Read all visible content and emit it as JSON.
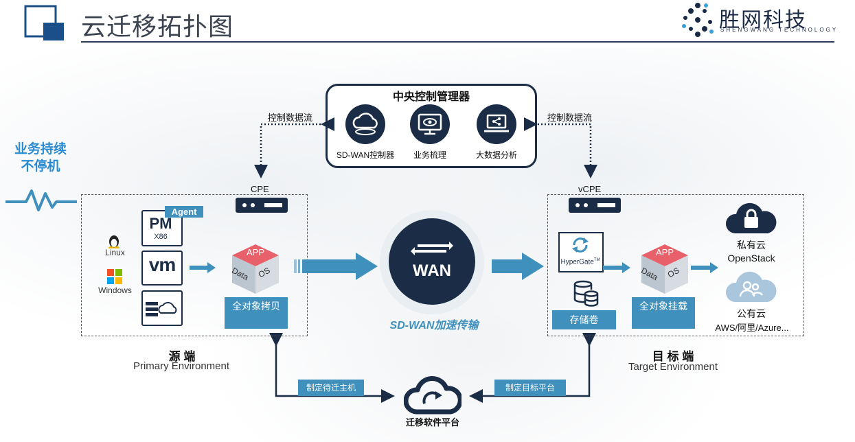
{
  "header": {
    "title": "云迁移拓扑图",
    "logo_text": "胜网科技",
    "logo_subtitle": "SHENGWANG TECHNOLOGY"
  },
  "continuity": {
    "label": "业务持续不停机"
  },
  "central_manager": {
    "title": "中央控制管理器",
    "items": [
      {
        "label": "SD-WAN控制器",
        "icon": "cloud-icon"
      },
      {
        "label": "业务梳理",
        "icon": "monitor-eye-icon"
      },
      {
        "label": "大数据分析",
        "icon": "laptop-share-icon"
      }
    ]
  },
  "control_flow_left": "控制数据流",
  "control_flow_right": "控制数据流",
  "source": {
    "device_label": "CPE",
    "env_title": "源 端",
    "env_subtitle": "Primary Environment",
    "os_linux": "Linux",
    "os_windows": "Windows",
    "agent_tag": "Agent",
    "pm_label": "PM",
    "pm_sub": "X86",
    "vm_label": "vm",
    "cube": {
      "top": "APP",
      "left": "Data",
      "right": "OS"
    },
    "button": "全对象拷贝"
  },
  "wan": {
    "label": "WAN",
    "caption": "SD-WAN加速传输"
  },
  "target": {
    "device_label": "vCPE",
    "env_title": "目 标 端",
    "env_subtitle": "Target Environment",
    "hypergate_label": "HyperGate",
    "hypergate_tm": "TM",
    "cube": {
      "top": "APP",
      "left": "Data",
      "right": "OS"
    },
    "storage_button": "存储卷",
    "mount_button": "全对象挂载",
    "private_cloud": {
      "label": "私有云",
      "sub": "OpenStack"
    },
    "public_cloud": {
      "label": "公有云",
      "sub": "AWS/阿里/Azure..."
    }
  },
  "platform": {
    "label": "迁移软件平台",
    "left_tag": "制定待迁主机",
    "right_tag": "制定目标平台"
  },
  "colors": {
    "dark_navy": "#1b2d46",
    "accent_blue": "#3f90bd",
    "cube_red": "#e8606a",
    "cube_gray": "#cfd3d8"
  }
}
